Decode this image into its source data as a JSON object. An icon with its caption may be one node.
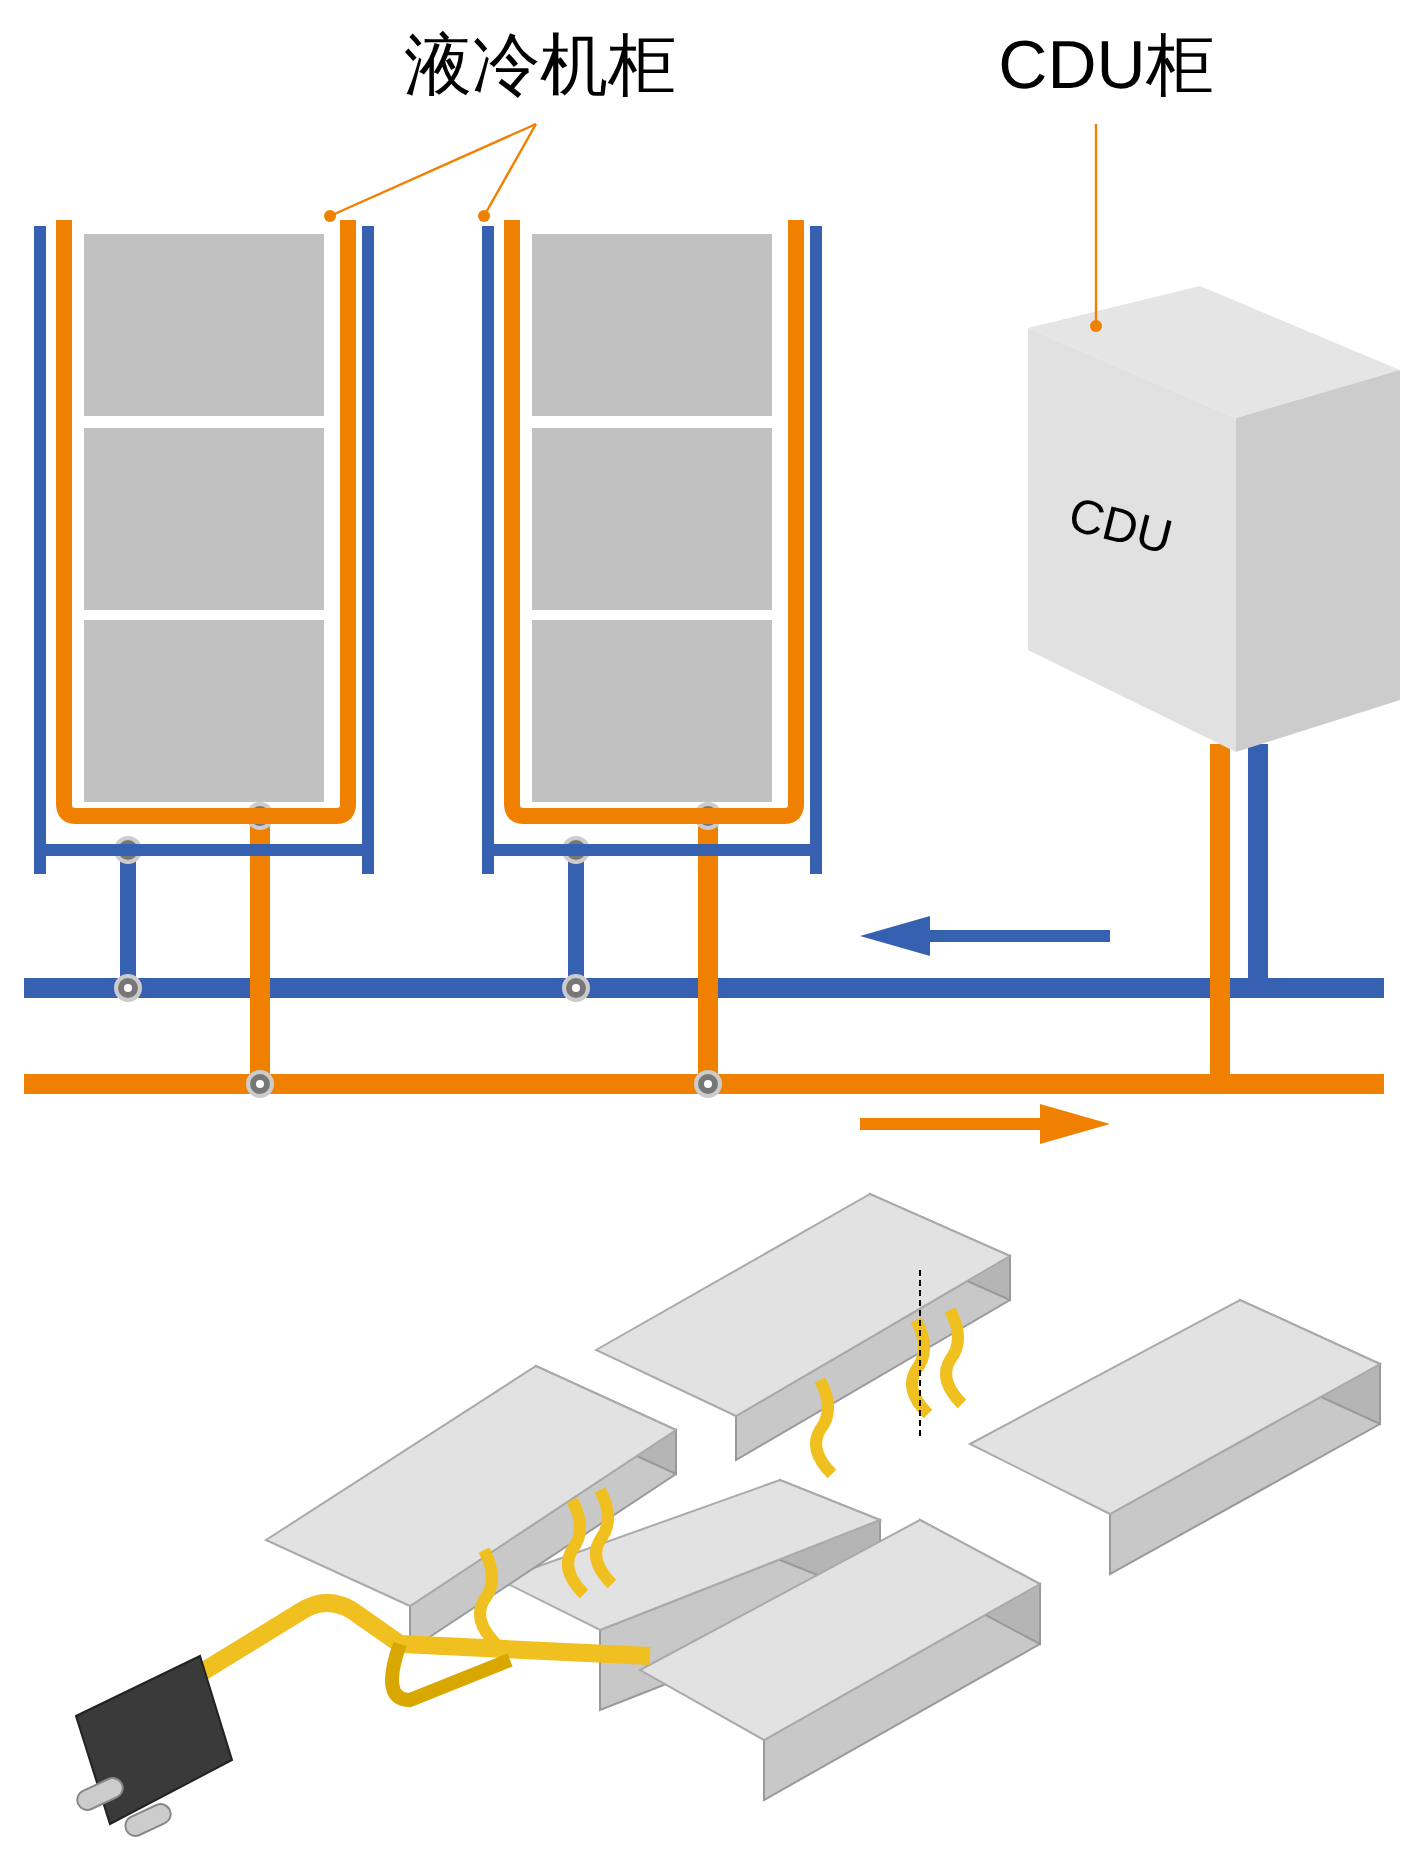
{
  "diagram": {
    "nodes": [
      {
        "text": [
          "液冷机柜"
        ]
      },
      {
        "text": [],
        "shape": "box"
      },
      {
        "text": [],
        "shape": "box"
      },
      {
        "text": [
          "CDU柜"
        ]
      },
      {
        "text": [
          "CDU"
        ]
      }
    ],
    "edges": [
      {
        "from": 0,
        "to": 1,
        "arrow": "other"
      },
      {
        "from": 0,
        "to": 2,
        "arrow": "other"
      },
      {
        "from": 3,
        "to": 4,
        "arrow": "other"
      }
    ]
  }
}
